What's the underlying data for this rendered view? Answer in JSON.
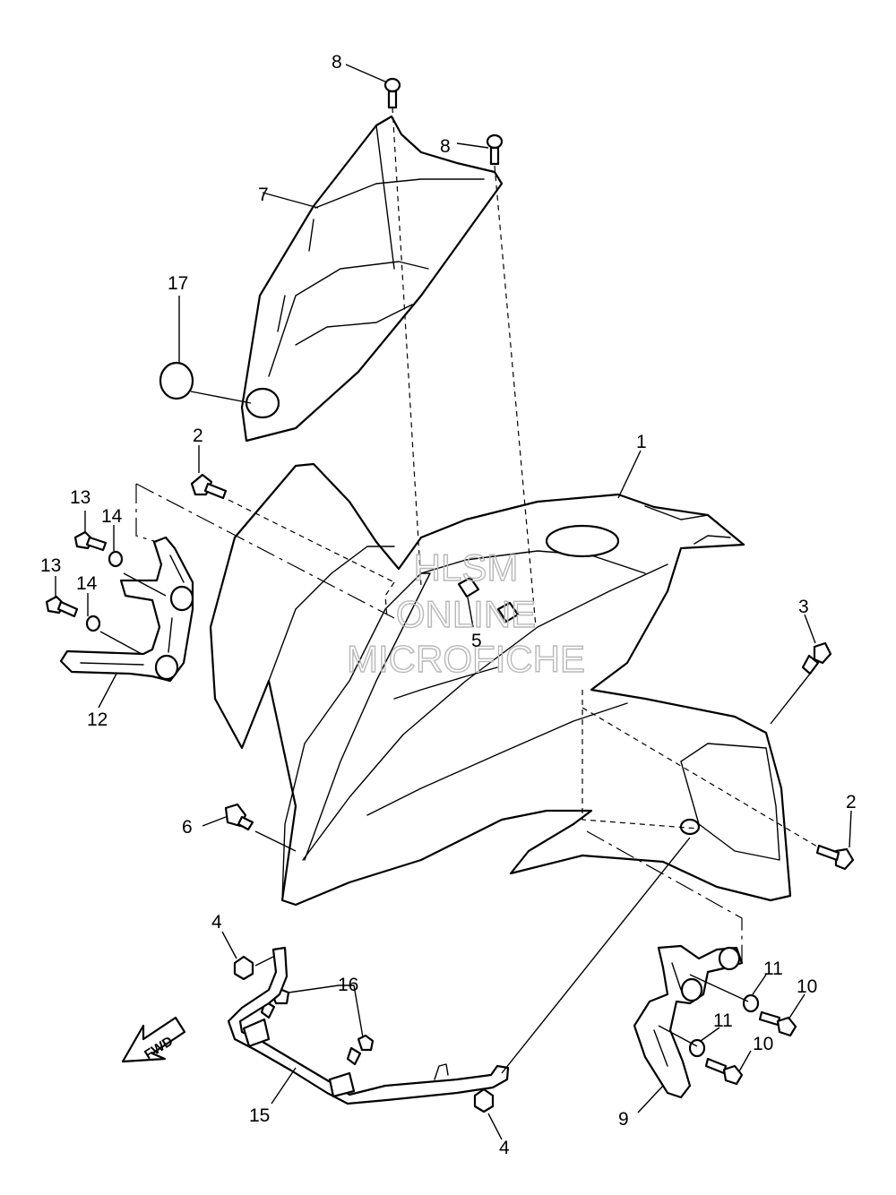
{
  "diagram": {
    "callouts": [
      {
        "label": "1"
      },
      {
        "label": "2"
      },
      {
        "label": "2"
      },
      {
        "label": "3"
      },
      {
        "label": "4"
      },
      {
        "label": "4"
      },
      {
        "label": "5"
      },
      {
        "label": "6"
      },
      {
        "label": "7"
      },
      {
        "label": "8"
      },
      {
        "label": "8"
      },
      {
        "label": "9"
      },
      {
        "label": "10"
      },
      {
        "label": "10"
      },
      {
        "label": "11"
      },
      {
        "label": "11"
      },
      {
        "label": "12"
      },
      {
        "label": "13"
      },
      {
        "label": "13"
      },
      {
        "label": "14"
      },
      {
        "label": "14"
      },
      {
        "label": "15"
      },
      {
        "label": "16"
      },
      {
        "label": "17"
      }
    ],
    "fwd_label": "FWD",
    "watermark": [
      "HLSM",
      "ONLINE",
      "MICROFICHE"
    ],
    "colors": {
      "ink": "#000000",
      "paper": "#ffffff",
      "watermark": "#b8b8b8"
    }
  }
}
